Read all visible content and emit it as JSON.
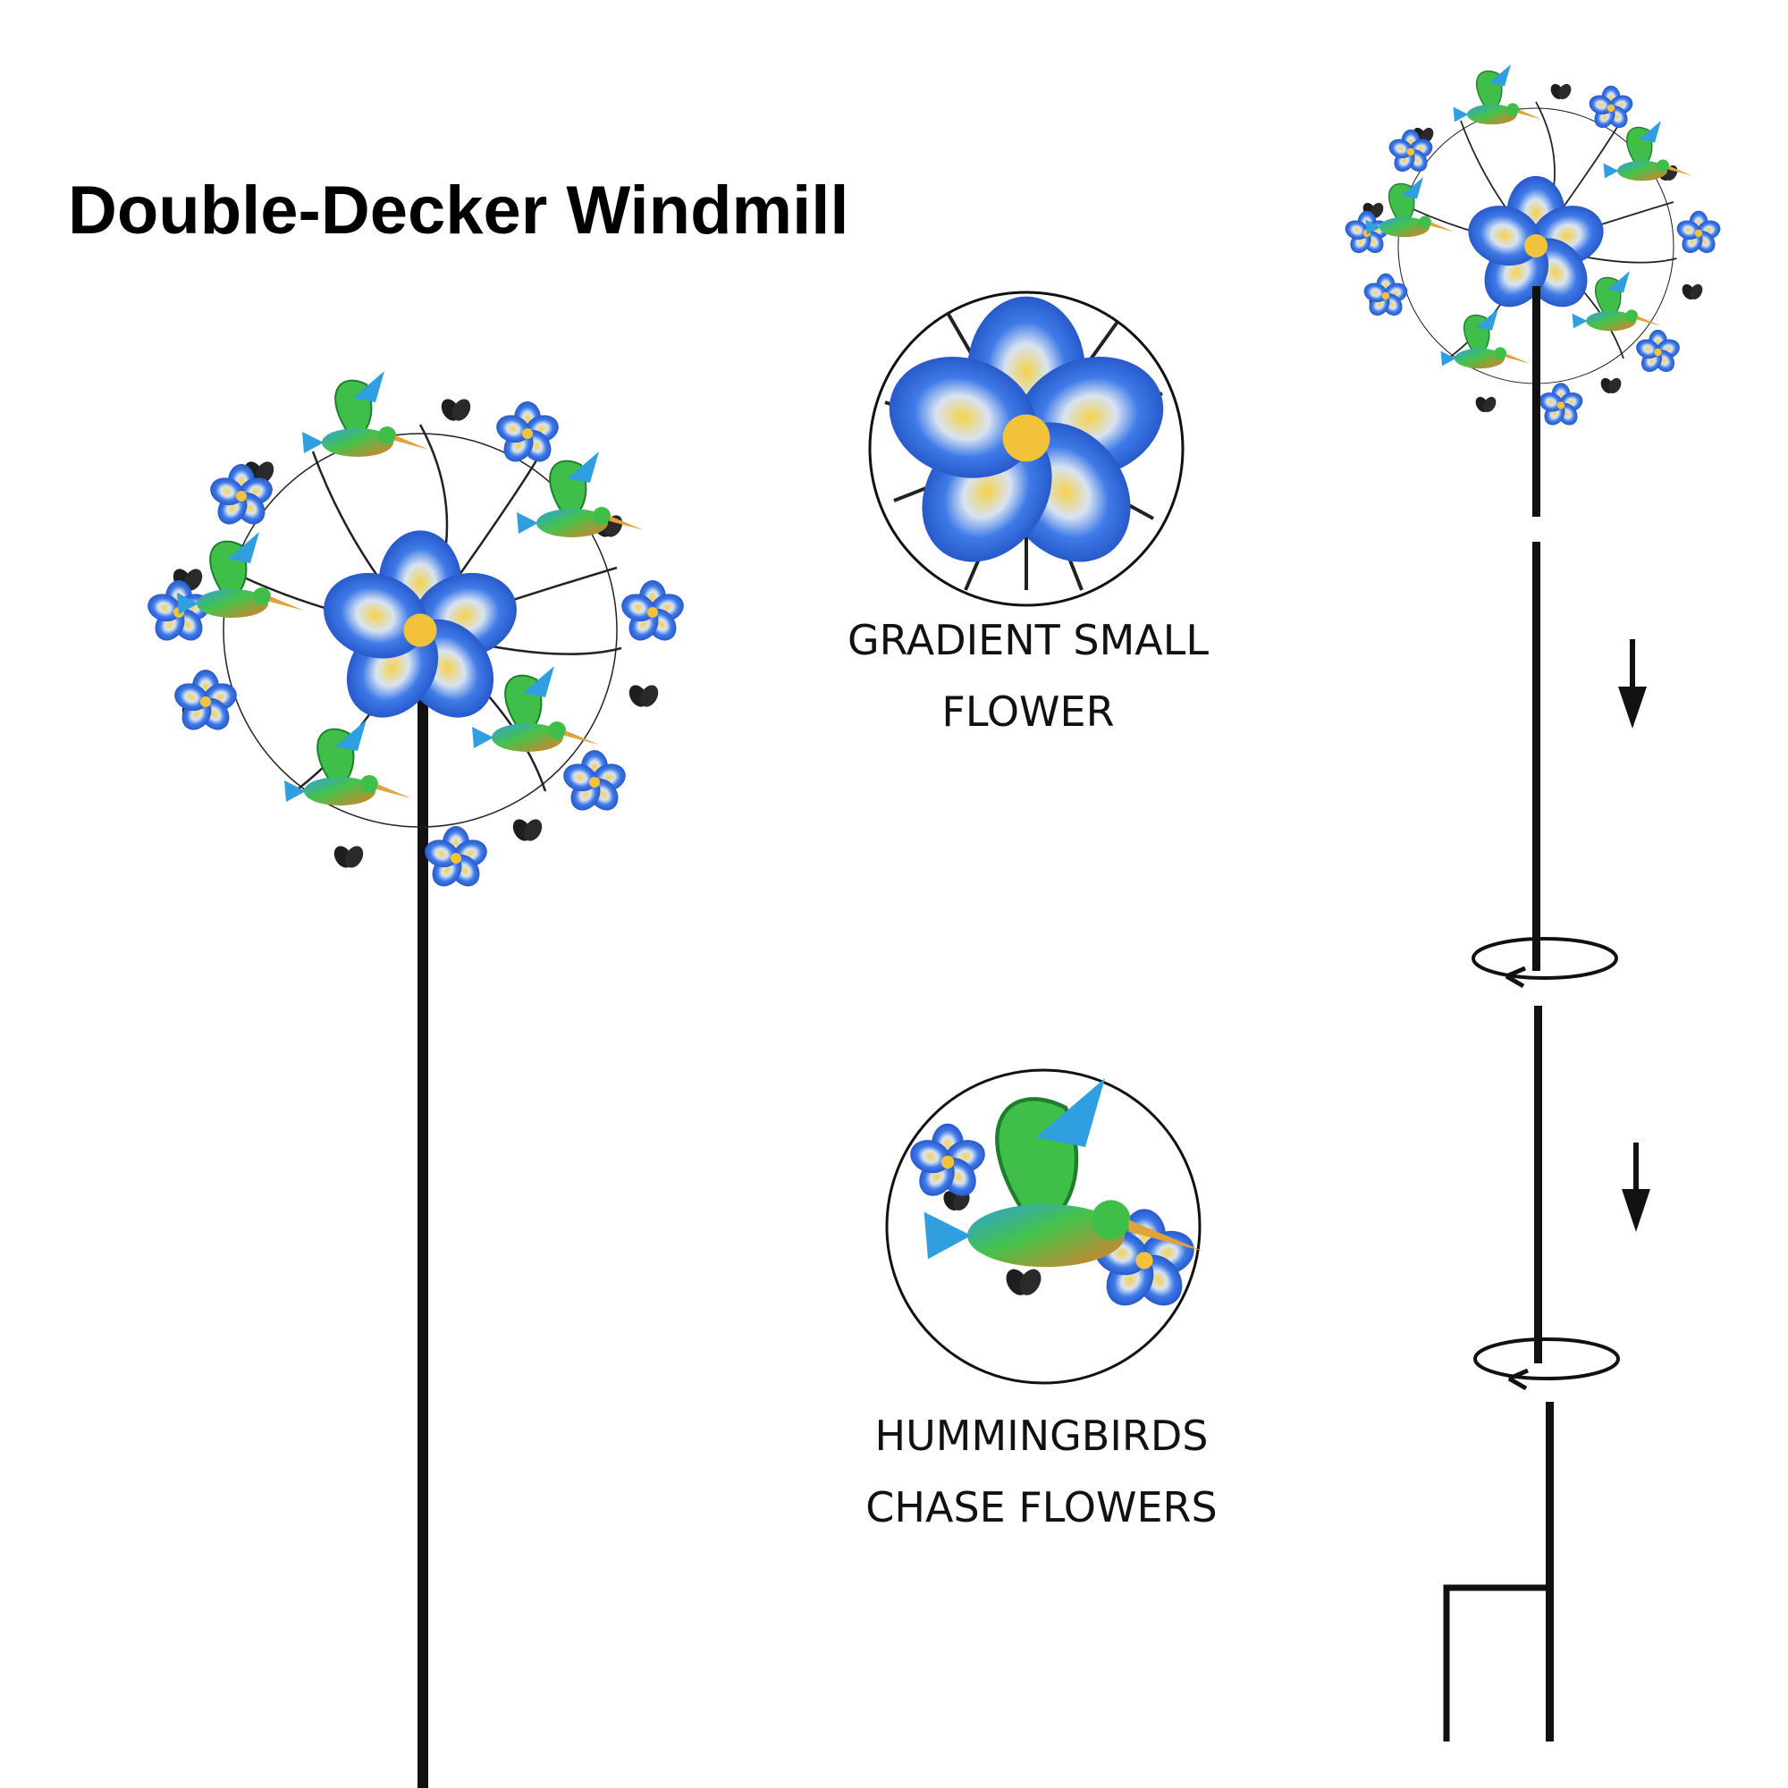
{
  "title": "Double-Decker Windmill",
  "callouts": [
    {
      "line1": "GRADIENT SMALL",
      "line2": "FLOWER"
    },
    {
      "line1": "HUMMINGBIRDS",
      "line2": "CHASE FLOWERS"
    }
  ],
  "colors": {
    "petal_blue": "#2a63d8",
    "petal_center": "#f2c23a",
    "bird_green": "#3fbf4a",
    "bird_orange": "#e9772a",
    "leaf_black": "#1e1e1e",
    "pole": "#111111"
  },
  "icons": [
    "flower-icon",
    "hummingbird-icon",
    "rotate-arrow-icon",
    "down-arrow-icon"
  ]
}
